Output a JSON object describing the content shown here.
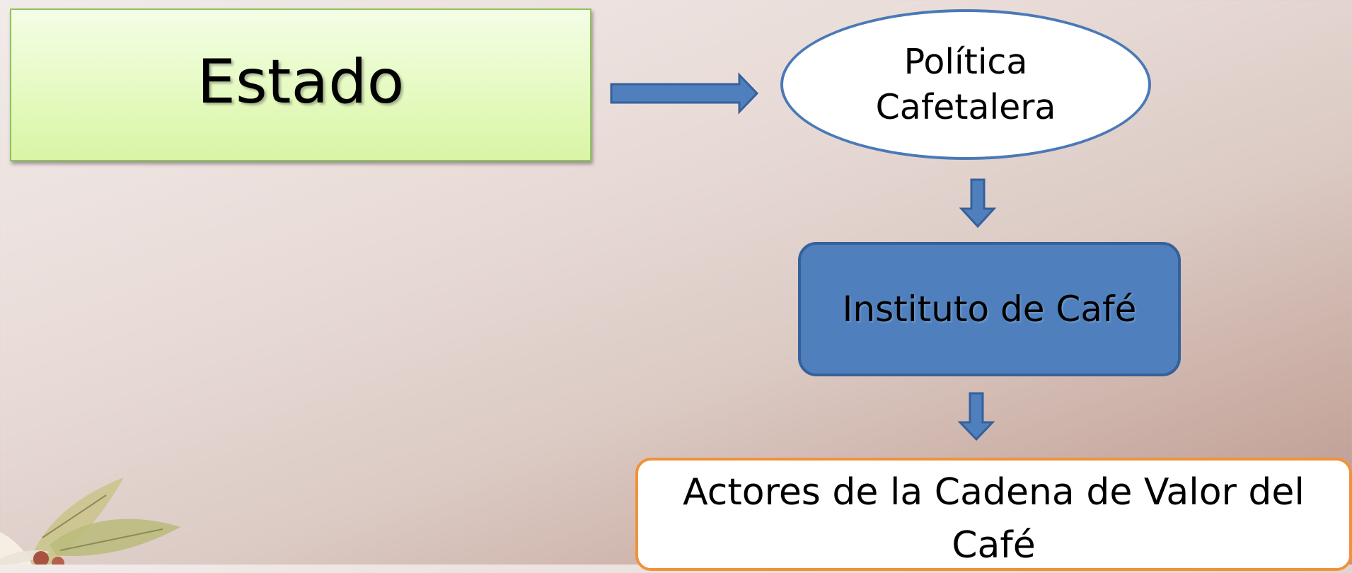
{
  "diagram": {
    "nodes": {
      "estado": "Estado",
      "politica": "Política Cafetalera",
      "instituto": "Instituto de Café",
      "actores": "Actores de la Cadena de Valor del Café"
    },
    "edges": [
      {
        "from": "Estado",
        "to": "Política Cafetalera"
      },
      {
        "from": "Política Cafetalera",
        "to": "Instituto de Café"
      },
      {
        "from": "Instituto de Café",
        "to": "Actores de la Cadena de Valor del Café"
      }
    ]
  },
  "colors": {
    "arrow": "#4f80bd",
    "estado_fill": "#e8fbc8",
    "instituto_fill": "#4f80bd",
    "actores_border": "#f0923c"
  }
}
